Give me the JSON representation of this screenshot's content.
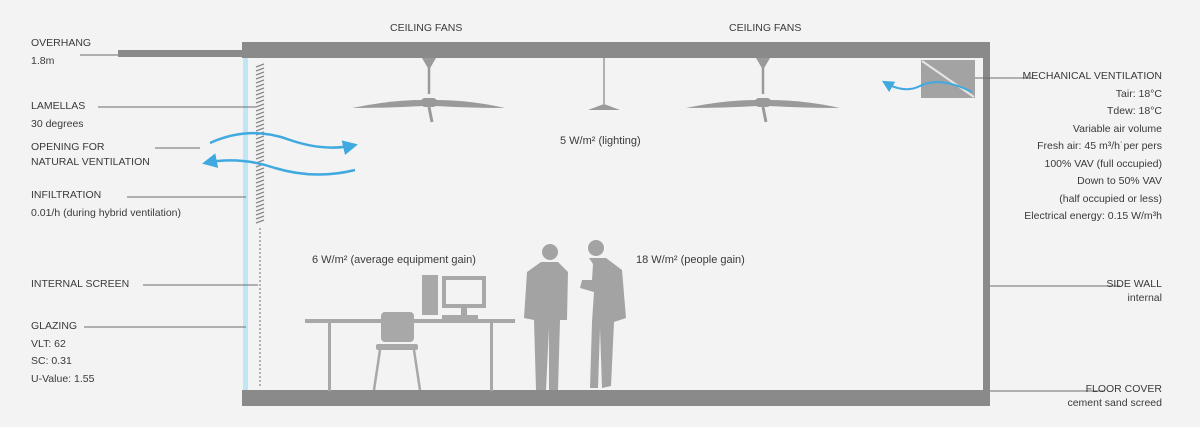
{
  "top_labels": {
    "ceiling_fans_left": "CEILING FANS",
    "ceiling_fans_right": "CEILING FANS"
  },
  "left_labels": {
    "overhang": [
      "OVERHANG",
      "1.8m"
    ],
    "lamellas": [
      "LAMELLAS",
      "30 degrees"
    ],
    "opening": [
      "OPENING FOR",
      "NATURAL VENTILATION"
    ],
    "infiltration": [
      "INFILTRATION",
      "0.01/h (during hybrid ventilation)"
    ],
    "internal_screen": [
      "INTERNAL SCREEN"
    ],
    "glazing": [
      "GLAZING",
      "VLT: 62",
      "SC: 0.31",
      "U-Value: 1.55"
    ]
  },
  "right_labels": {
    "mechanical_ventilation": [
      "MECHANICAL VENTILATION",
      "Tair: 18°C",
      "Tdew: 18°C",
      "Variable air volume",
      "Fresh air: 45 m³/h˙per pers",
      "100% VAV (full occupied)",
      "Down to 50% VAV",
      "(half occupied or less)",
      "Electrical energy: 0.15 W/m³h"
    ],
    "side_wall": [
      "SIDE WALL",
      "internal"
    ],
    "floor_cover": [
      "FLOOR COVER",
      "cement sand screed"
    ]
  },
  "inner_labels": {
    "lighting": "5 W/m² (lighting)",
    "equipment": "6 W/m² (average equipment gain)",
    "people": "18 W/m² (people gain)"
  },
  "colors": {
    "structure": "#8a8a8a",
    "figure": "#a8a8a8",
    "air_arrow": "#3fa9e0",
    "glazing": "#bfe6f5",
    "leader": "#6e6e6e"
  }
}
